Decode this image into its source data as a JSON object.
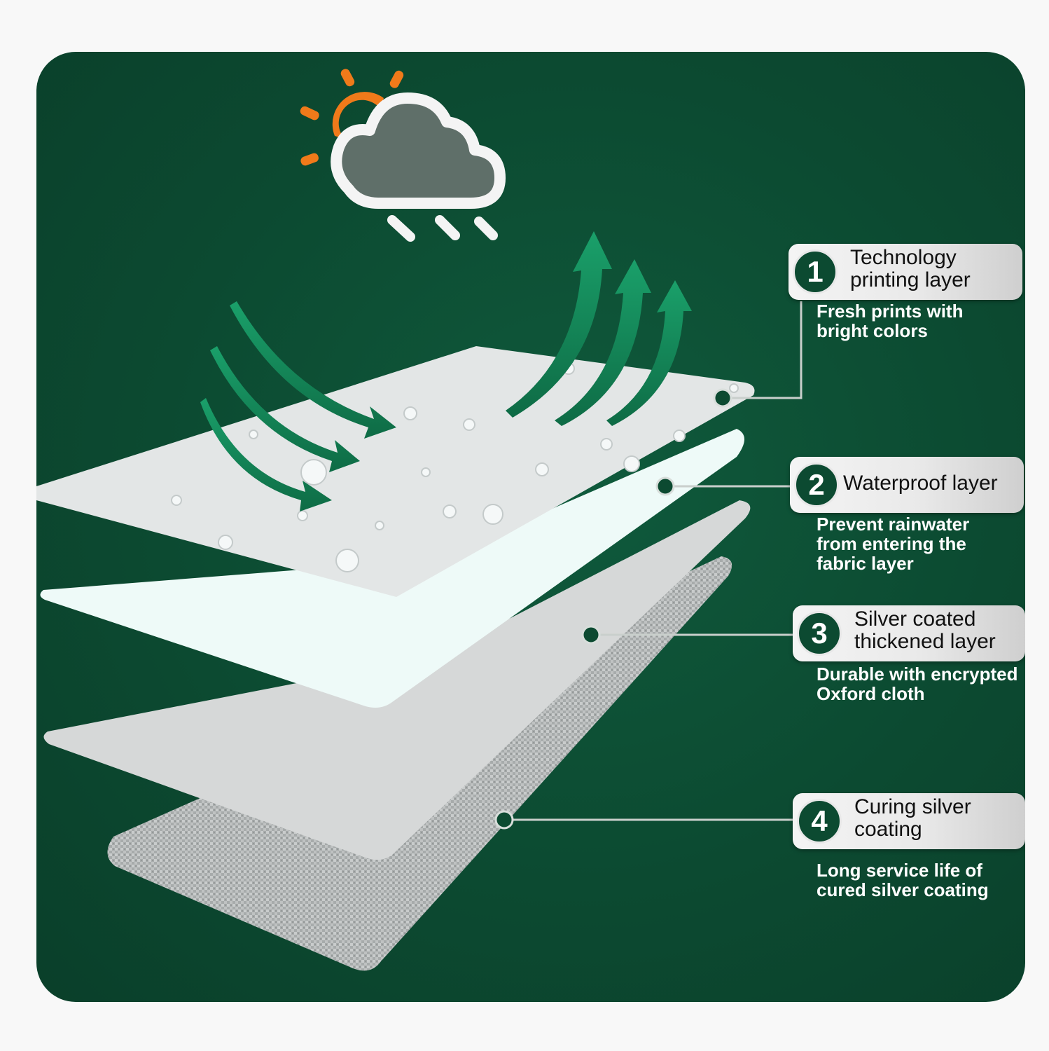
{
  "layers": [
    {
      "number": "1",
      "title": "Technology\nprinting layer",
      "description": "Fresh prints with\nbright colors"
    },
    {
      "number": "2",
      "title": "Waterproof layer",
      "description": "Prevent rainwater\nfrom entering the\nfabric layer"
    },
    {
      "number": "3",
      "title": "Silver coated\nthickened layer",
      "description": "Durable with encrypted\nOxford cloth"
    },
    {
      "number": "4",
      "title": "Curing silver\ncoating",
      "description": "Long service life of\ncured silver coating"
    }
  ],
  "icons": [
    "sun-icon",
    "rain-cloud-icon",
    "inflow-arrow-icon",
    "outflow-arrow-icon"
  ],
  "colors": {
    "background": "#0c4a31",
    "arrow": "#158a5a",
    "sun": "#f07a1a",
    "cloud": "#5f6f69",
    "layer_top": "#e3e6e6",
    "layer_waterproof": "#eefaf8",
    "layer_silver": "#d6d8d8",
    "layer_coating": "#a9adad"
  }
}
